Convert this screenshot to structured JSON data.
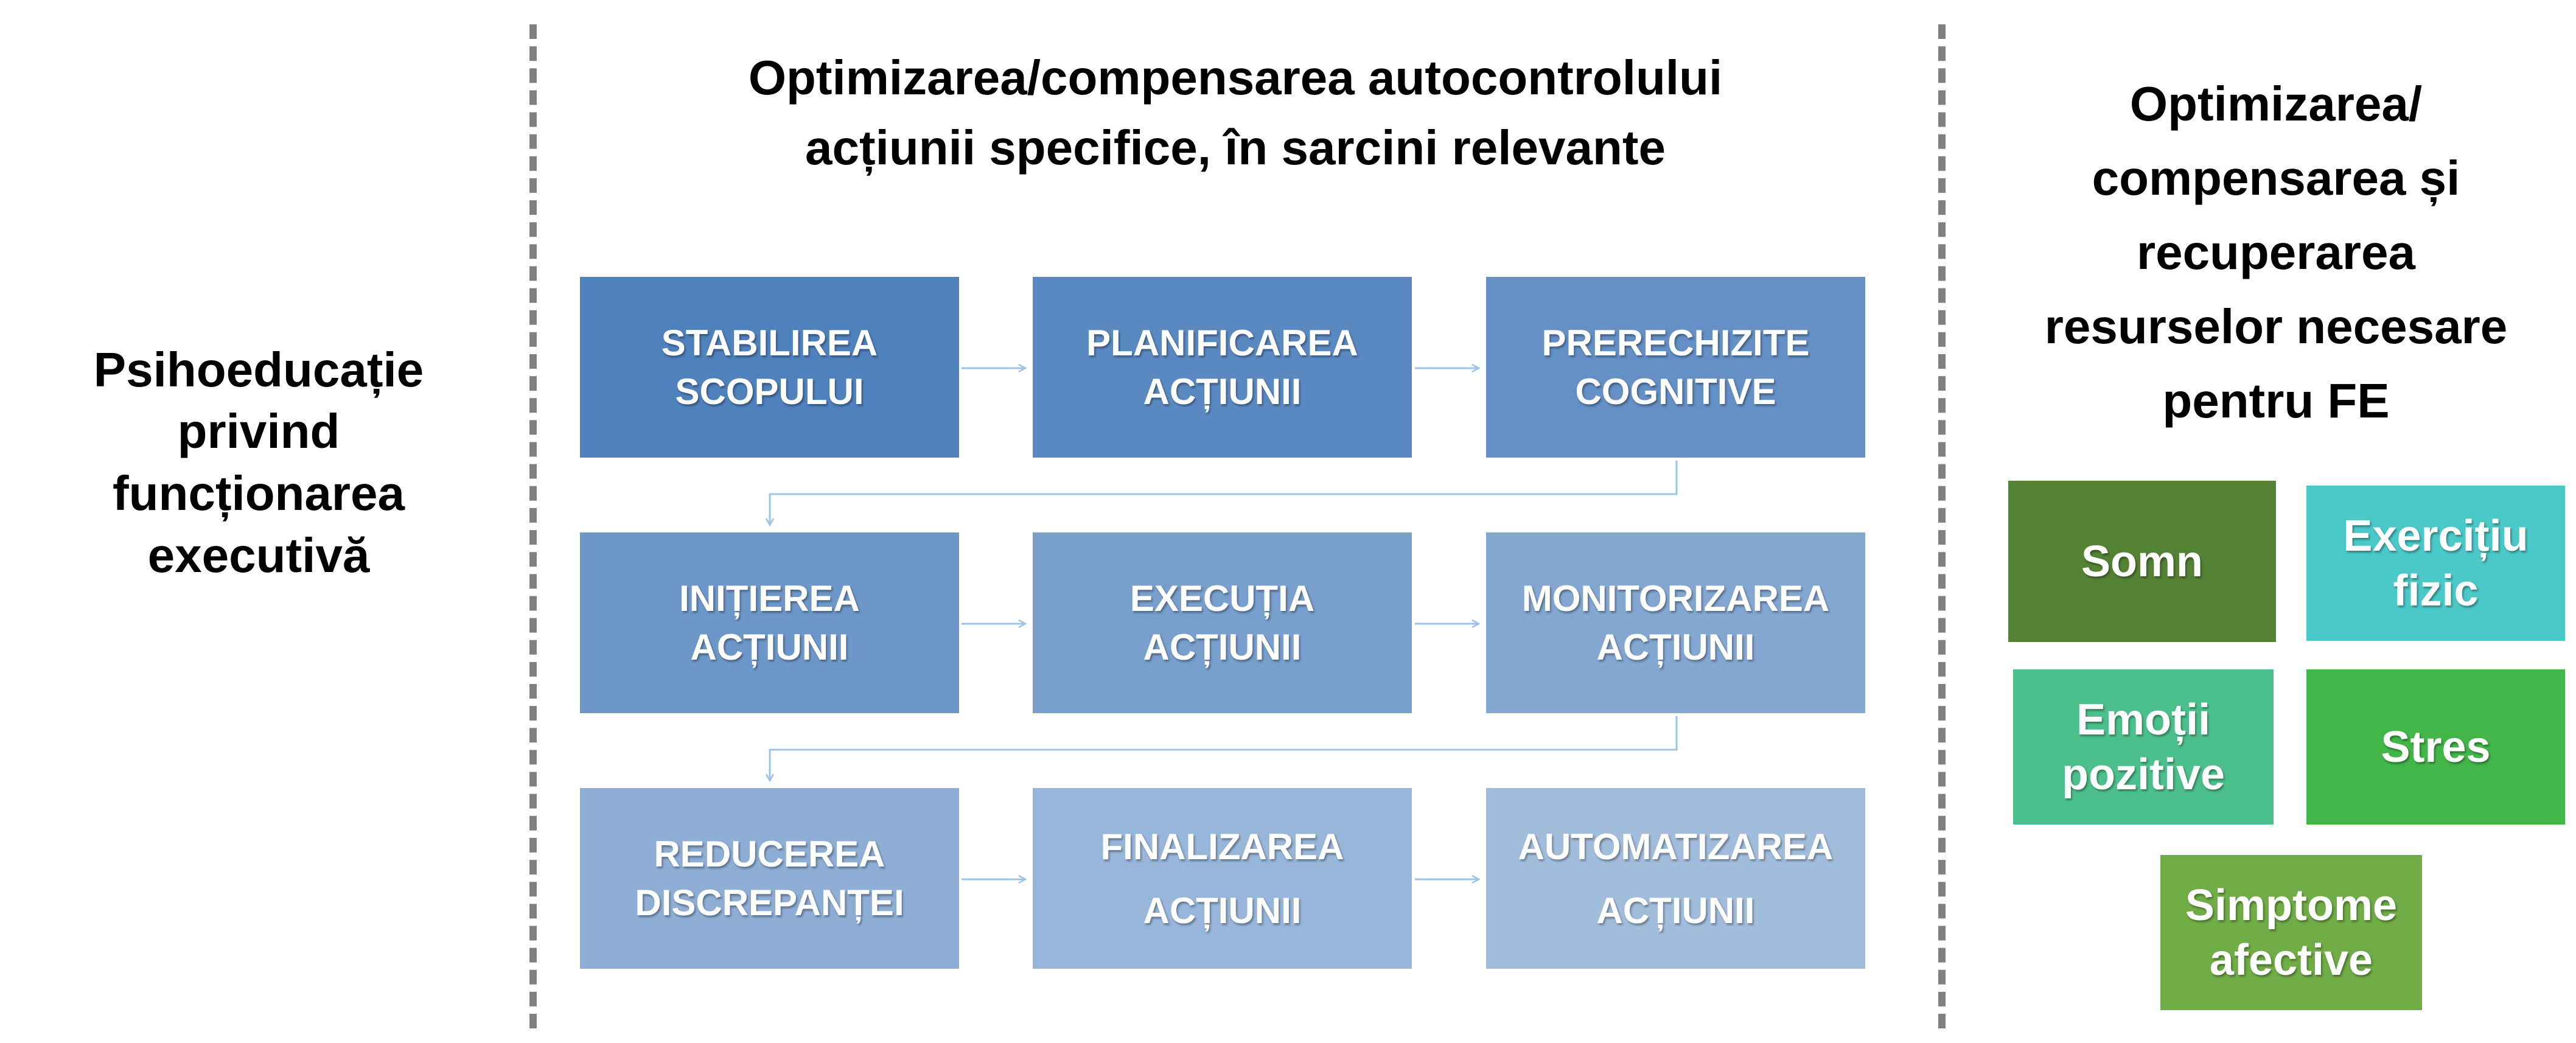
{
  "left_panel": {
    "title": "Psihoeducație\nprivind\nfuncționarea\nexecutivă"
  },
  "center_panel": {
    "title": "Optimizarea/compensarea autocontrolului\nacțiunii specifice, în sarcini relevante",
    "steps": [
      {
        "label": "STABILIREA\nSCOPULUI",
        "color": "#4f81bd"
      },
      {
        "label": "PLANIFICAREA\nACȚIUNII",
        "color": "#5a89c2"
      },
      {
        "label": "PRERECHIZITE\nCOGNITIVE",
        "color": "#6490c6"
      },
      {
        "label": "INIȚIEREA\nACȚIUNII",
        "color": "#6e97c9"
      },
      {
        "label": "EXECUȚIA\nACȚIUNII",
        "color": "#799fcd"
      },
      {
        "label": "MONITORIZAREA\nACȚIUNII",
        "color": "#83a7d1"
      },
      {
        "label": "REDUCEREA\nDISCREPANȚEI",
        "color": "#8eaed5"
      },
      {
        "label": "FINALIZAREA\nACȚIUNII",
        "color": "#98b6d9"
      },
      {
        "label": "AUTOMATIZAREA\nACȚIUNII",
        "color": "#a2bddc"
      }
    ]
  },
  "right_panel": {
    "title": "Optimizarea/\ncompensarea și\nrecuperarea\nresurselor necesare\npentru FE",
    "resources": [
      {
        "label": "Somn",
        "color": "#548235"
      },
      {
        "label": "Exercițiu\nfizic",
        "color": "#4bc8c8"
      },
      {
        "label": "Emoții\npozitive",
        "color": "#4cc08c"
      },
      {
        "label": "Stres",
        "color": "#43b649"
      },
      {
        "label": "Simptome\nafective",
        "color": "#70ad47"
      }
    ]
  },
  "colors": {
    "divider": "#808080",
    "connector": "#9dc3e6"
  }
}
